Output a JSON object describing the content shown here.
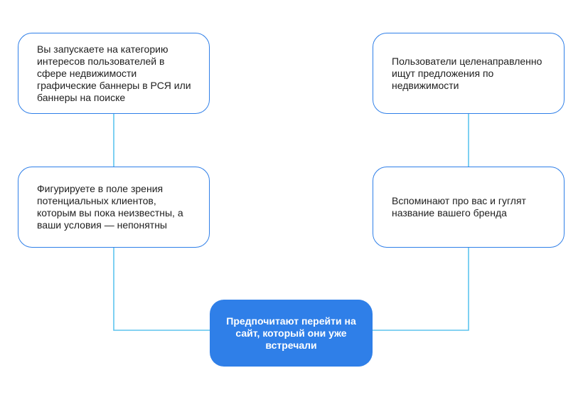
{
  "nodes": {
    "left_top": "Вы запускаете на категорию интересов пользователей в сфере недвижимости графические баннеры в РСЯ или баннеры на поиске",
    "left_middle": "Фигурируете в поле зрения потенциальных клиентов, которым вы пока неизвестны, а ваши условия — непонятны",
    "right_top": "Пользователи целенаправленно ищут предложения по недвижимости",
    "right_middle": "Вспоминают про вас и гуглят название вашего бренда",
    "bottom_center": "Предпочитают перейти на сайт, который они уже встречали"
  },
  "colors": {
    "accent": "#2f7fe8",
    "connector": "#5ec4ee",
    "text": "#1e1e1e",
    "background": "#ffffff"
  }
}
